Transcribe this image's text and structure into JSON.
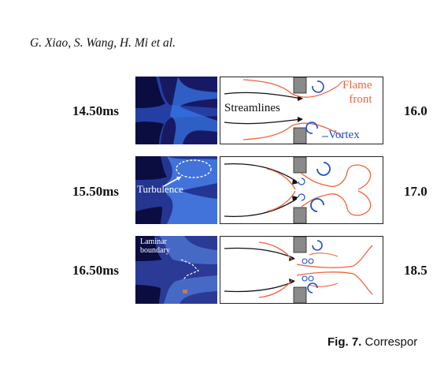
{
  "header": {
    "authors": "G. Xiao, S. Wang, H. Mi et al."
  },
  "rows": [
    {
      "time": "14.50ms",
      "right_time": "16.0"
    },
    {
      "time": "15.50ms",
      "right_time": "17.0"
    },
    {
      "time": "16.50ms",
      "right_time": "18.5"
    }
  ],
  "labels": {
    "streamlines": "Streamlines",
    "flame_front_1": "Flame",
    "flame_front_2": "front",
    "vortex": "Vortex",
    "turbulence": "Turbulence",
    "laminar_1": "Laminar",
    "laminar_2": "boundary"
  },
  "caption": {
    "label": "Fig. 7.",
    "text": "Correspor"
  },
  "colors": {
    "flame": "#f0643c",
    "vortex": "#1e50c8",
    "photo_bg": "#1a1d6e"
  }
}
